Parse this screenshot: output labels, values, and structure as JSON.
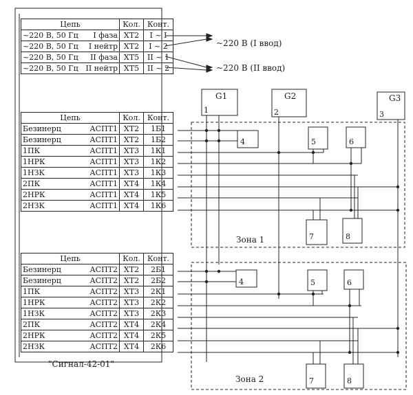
{
  "power_table": {
    "headers": [
      "Цепь",
      "Кол.",
      "Конт."
    ],
    "rows": [
      {
        "c1": "~220 В, 50 Гц",
        "c1b": "I фаза",
        "k": "XT2",
        "t": "I ~ I"
      },
      {
        "c1": "~220 В, 50 Гц",
        "c1b": "I нейтр",
        "k": "XT2",
        "t": "I ~ 2"
      },
      {
        "c1": "~220 В, 50 Гц",
        "c1b": "II фаза",
        "k": "XT5",
        "t": "II ~ 1"
      },
      {
        "c1": "~220 В, 50 Гц",
        "c1b": "II нейтр",
        "k": "XT5",
        "t": "II ~ 2"
      }
    ]
  },
  "inputs": {
    "in1": "~220 В (I ввод)",
    "in2": "~220 В (II ввод)"
  },
  "zone1_table": {
    "headers": [
      "Цепь",
      "Кол.",
      "Конт."
    ],
    "rows": [
      {
        "c1": "Безинерц",
        "c1b": "АСПТ1",
        "k": "XT2",
        "t": "1Б1"
      },
      {
        "c1": "Безинерц",
        "c1b": "АСПТ1",
        "k": "XT2",
        "t": "1Б2"
      },
      {
        "c1": "1ПК",
        "c1b": "АСПТ1",
        "k": "XT3",
        "t": "1К1"
      },
      {
        "c1": "1НРК",
        "c1b": "АСПТ1",
        "k": "XT3",
        "t": "1К2"
      },
      {
        "c1": "1НЗК",
        "c1b": "АСПТ1",
        "k": "XT3",
        "t": "1К3"
      },
      {
        "c1": "2ПК",
        "c1b": "АСПТ1",
        "k": "XT4",
        "t": "1К4"
      },
      {
        "c1": "2НРК",
        "c1b": "АСПТ1",
        "k": "XT4",
        "t": "1К5"
      },
      {
        "c1": "2НЗК",
        "c1b": "АСПТ1",
        "k": "XT4",
        "t": "1К6"
      }
    ]
  },
  "zone2_table": {
    "headers": [
      "Цепь",
      "Кол.",
      "Конт."
    ],
    "rows": [
      {
        "c1": "Безинерц",
        "c1b": "АСПТ2",
        "k": "XT2",
        "t": "2Б1"
      },
      {
        "c1": "Безинерц",
        "c1b": "АСПТ2",
        "k": "XT2",
        "t": "2Б2"
      },
      {
        "c1": "1ПК",
        "c1b": "АСПТ2",
        "k": "XT3",
        "t": "2К1"
      },
      {
        "c1": "1НРК",
        "c1b": "АСПТ2",
        "k": "XT3",
        "t": "2К2"
      },
      {
        "c1": "1НЗК",
        "c1b": "АСПТ2",
        "k": "XT3",
        "t": "2К3"
      },
      {
        "c1": "2ПК",
        "c1b": "АСПТ2",
        "k": "XT4",
        "t": "2К4"
      },
      {
        "c1": "2НРК",
        "c1b": "АСПТ2",
        "k": "XT4",
        "t": "2К5"
      },
      {
        "c1": "2НЗК",
        "c1b": "АСПТ2",
        "k": "XT4",
        "t": "2К6"
      }
    ]
  },
  "device_caption": "\"Сигнал-42-01\"",
  "generators": {
    "g1": "G1",
    "g2": "G2",
    "g3": "G3",
    "n1": "1",
    "n2": "2",
    "n3": "3"
  },
  "zones": {
    "zone1": "Зона 1",
    "zone2": "Зона 2"
  },
  "boxes": {
    "b4": "4",
    "b5": "5",
    "b6": "6",
    "b7": "7",
    "b8": "8"
  }
}
